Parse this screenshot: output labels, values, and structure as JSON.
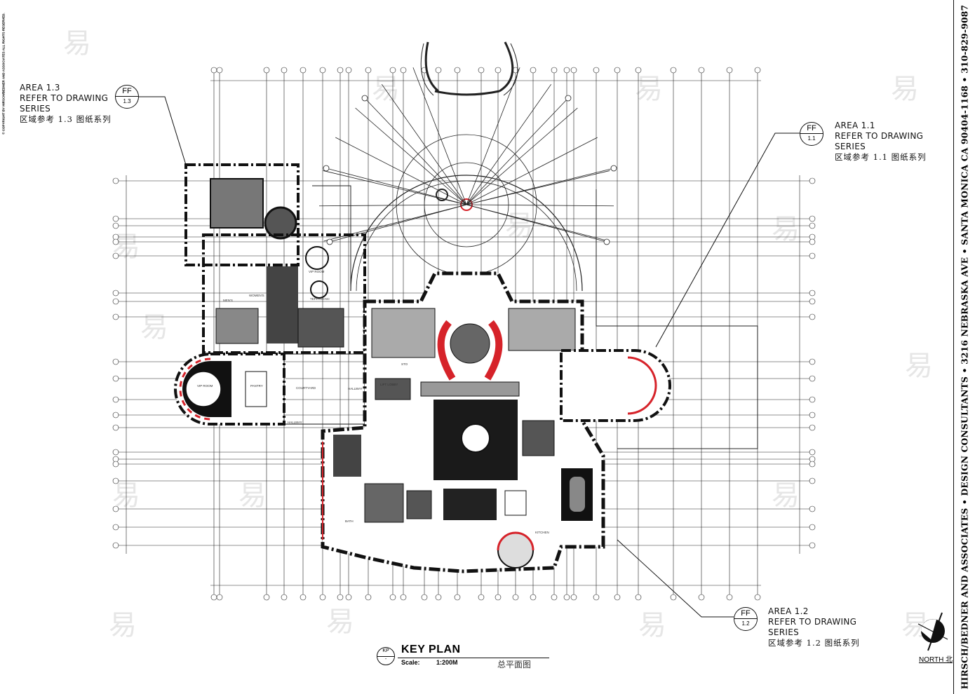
{
  "title_strip": "HIRSCH/BEDNER AND ASSOCIATES  •  DESIGN CONSULTANTS  •  3216 NEBRASKA AVE  •  SANTA MONICA CA 90404-1168  •  310-829-9087",
  "copyright": "© COPYRIGHT BY HIRSCH/BEDNER AND ASSOCIATES ALL RIGHTS RESERVED.",
  "callouts": [
    {
      "bubble_top": "FF",
      "bubble_bottom": "1.3",
      "line1": "AREA 1.3",
      "line2": "REFER TO DRAWING",
      "line3": "SERIES",
      "cn": "区域参考 1.3 图纸系列"
    },
    {
      "bubble_top": "FF",
      "bubble_bottom": "1.1",
      "line1": "AREA 1.1",
      "line2": "REFER TO DRAWING",
      "line3": "SERIES",
      "cn": "区域参考 1.1 图纸系列"
    },
    {
      "bubble_top": "FF",
      "bubble_bottom": "1.2",
      "line1": "AREA 1.2",
      "line2": "REFER TO DRAWING",
      "line3": "SERIES",
      "cn": "区域参考 1.2 图纸系列"
    }
  ],
  "key_plan": {
    "bubble_top": "KP",
    "bubble_bottom": "-",
    "title": "KEY  PLAN",
    "scale_label": "Scale:",
    "scale_value": "1:200M",
    "cn": "总平面图"
  },
  "north": {
    "label": "NORTH 北"
  },
  "rooms": {
    "vip_room": "VIP ROOM",
    "pantry": "PANTRY",
    "courtyard": "COURTYARD",
    "hallway_1": "HALLWAY",
    "hallway_2": "HALLWAY",
    "lift_lobby": "LIFT LOBBY",
    "sto": "STO",
    "vip_room_2": "VIP ROOM",
    "teppanyaki": "TEPPANYAKI",
    "womens": "WOMEN'S",
    "mens": "MEN'S",
    "kitchen": "KITCHEN",
    "bath": "BATH"
  },
  "colors": {
    "ink": "#111111",
    "accent_red": "#d6232a",
    "fill_dark": "#3a3a3a",
    "fill_mid": "#8a8a8a"
  }
}
